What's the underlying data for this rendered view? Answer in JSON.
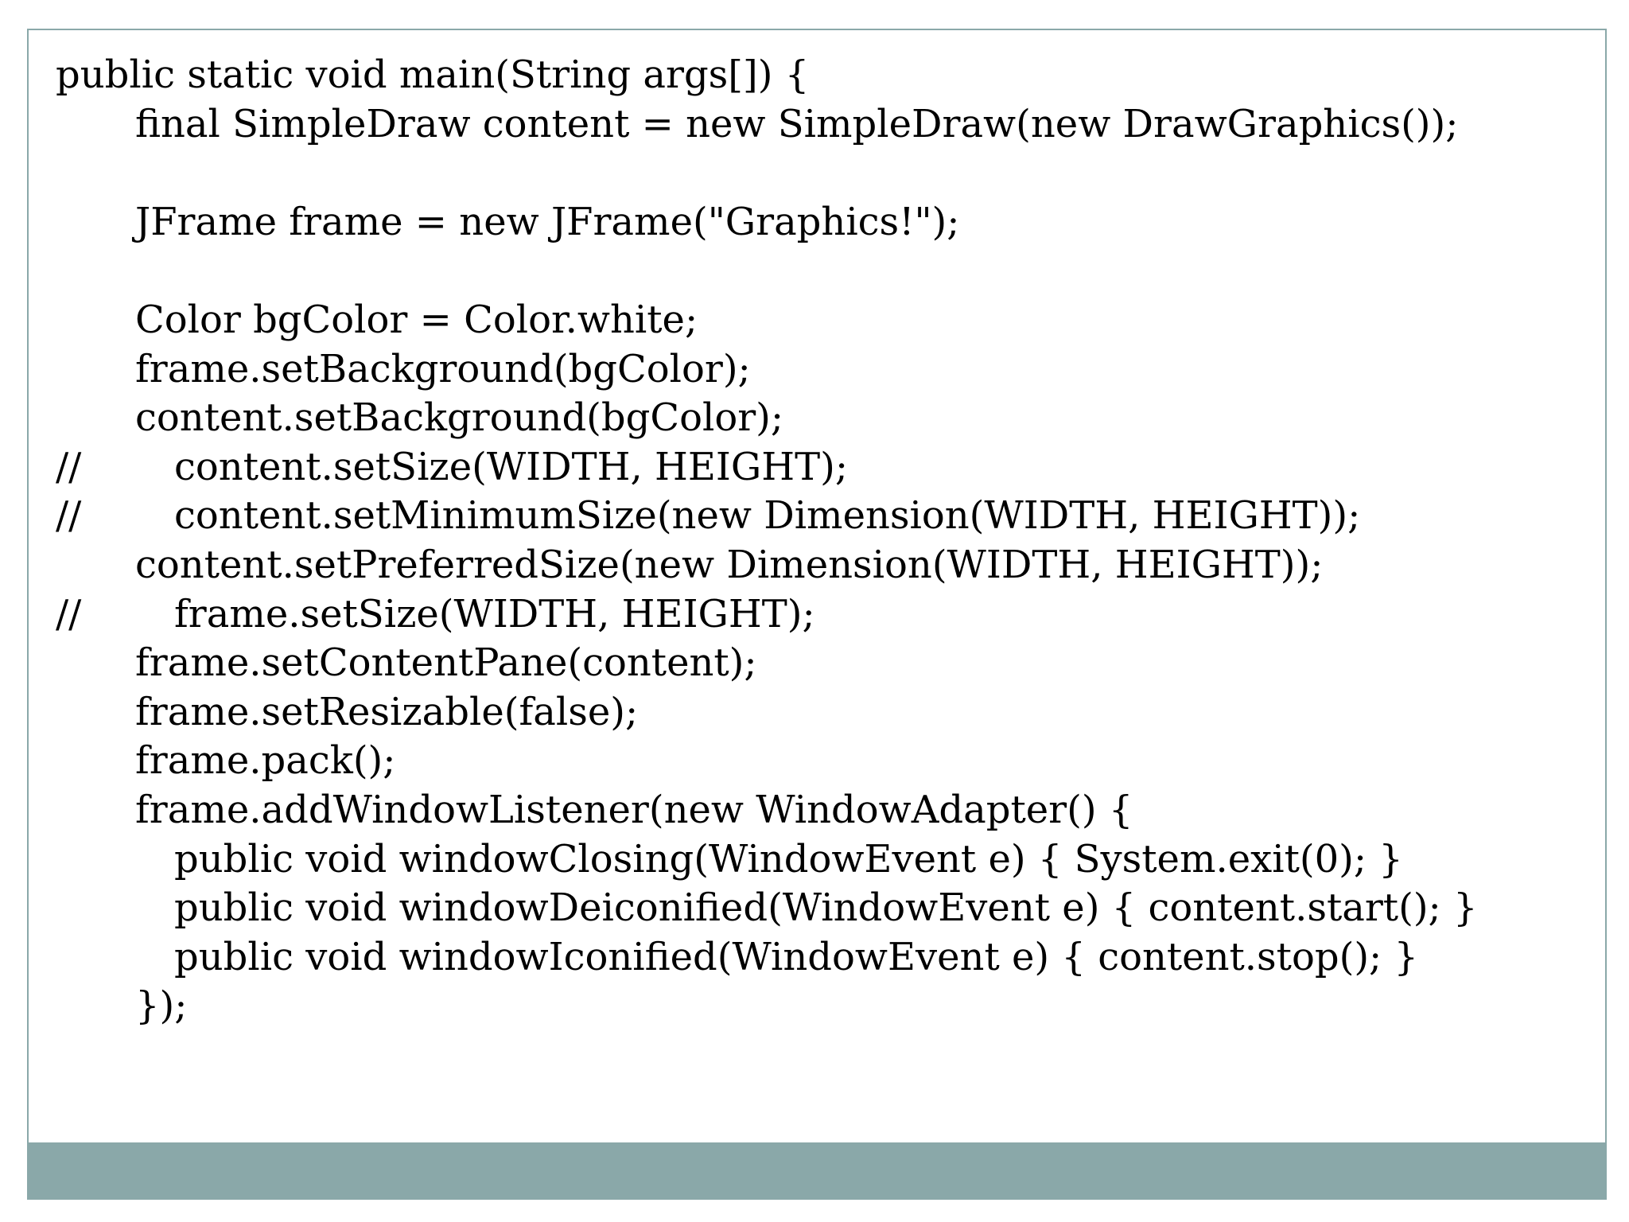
{
  "code": {
    "lines": [
      {
        "comment": "",
        "indent": 0,
        "text": "public static void main(String args[]) {"
      },
      {
        "comment": "",
        "indent": 1,
        "text": "final SimpleDraw content = new SimpleDraw(new DrawGraphics());"
      },
      {
        "comment": "",
        "indent": 0,
        "text": ""
      },
      {
        "comment": "",
        "indent": 1,
        "text": "JFrame frame = new JFrame(\"Graphics!\");"
      },
      {
        "comment": "",
        "indent": 0,
        "text": ""
      },
      {
        "comment": "",
        "indent": 1,
        "text": "Color bgColor = Color.white;"
      },
      {
        "comment": "",
        "indent": 1,
        "text": "frame.setBackground(bgColor);"
      },
      {
        "comment": "",
        "indent": 1,
        "text": "content.setBackground(bgColor);"
      },
      {
        "comment": "//",
        "indent": 2,
        "text": "content.setSize(WIDTH, HEIGHT);"
      },
      {
        "comment": "//",
        "indent": 2,
        "text": "content.setMinimumSize(new Dimension(WIDTH, HEIGHT));"
      },
      {
        "comment": "",
        "indent": 1,
        "text": "content.setPreferredSize(new Dimension(WIDTH, HEIGHT));"
      },
      {
        "comment": "//",
        "indent": 2,
        "text": "frame.setSize(WIDTH, HEIGHT);"
      },
      {
        "comment": "",
        "indent": 1,
        "text": "frame.setContentPane(content);"
      },
      {
        "comment": "",
        "indent": 1,
        "text": "frame.setResizable(false);"
      },
      {
        "comment": "",
        "indent": 1,
        "text": "frame.pack();"
      },
      {
        "comment": "",
        "indent": 1,
        "text": "frame.addWindowListener(new WindowAdapter() {"
      },
      {
        "comment": "",
        "indent": 2,
        "text": "public void windowClosing(WindowEvent e) { System.exit(0); }"
      },
      {
        "comment": "",
        "indent": 2,
        "text": "public void windowDeiconified(WindowEvent e) { content.start(); }"
      },
      {
        "comment": "",
        "indent": 2,
        "text": "public void windowIconified(WindowEvent e) { content.stop(); }"
      },
      {
        "comment": "",
        "indent": 1,
        "text": "});"
      }
    ]
  },
  "colors": {
    "accent_band": "#8aa8a9",
    "text": "#000000",
    "background": "#ffffff"
  }
}
